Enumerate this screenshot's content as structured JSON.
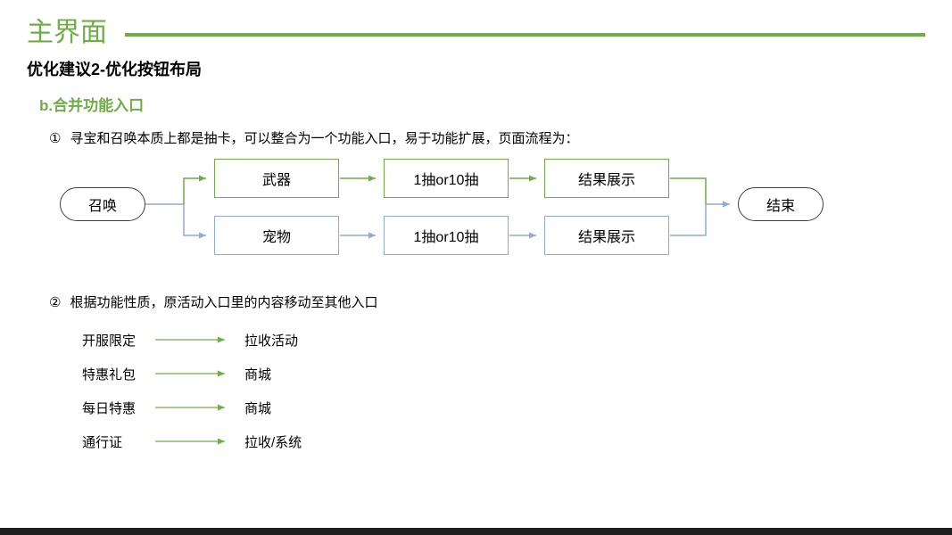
{
  "page": {
    "title": "主界面",
    "subtitle": "优化建议2-优化按钮布局",
    "section_b": "b.合并功能入口"
  },
  "point1": {
    "bullet": "①",
    "text": "寻宝和召唤本质上都是抽卡，可以整合为一个功能入口，易于功能扩展，页面流程为："
  },
  "point2": {
    "bullet": "②",
    "text": "根据功能性质，原活动入口里的内容移动至其他入口"
  },
  "flowchart": {
    "start": "召唤",
    "end": "结束",
    "rows": [
      {
        "color": "green",
        "steps": [
          "武器",
          "1抽or10抽",
          "结果展示"
        ]
      },
      {
        "color": "blue",
        "steps": [
          "宠物",
          "1抽or10抽",
          "结果展示"
        ]
      }
    ]
  },
  "mappings": [
    {
      "from": "开服限定",
      "to": "拉收活动"
    },
    {
      "from": "特惠礼包",
      "to": "商城"
    },
    {
      "from": "每日特惠",
      "to": "商城"
    },
    {
      "from": "通行证",
      "to": "拉收/系统"
    }
  ],
  "colors": {
    "accent_green": "#70AD47",
    "flow_blue": "#8FAADC",
    "terminal_border": "#404040"
  }
}
